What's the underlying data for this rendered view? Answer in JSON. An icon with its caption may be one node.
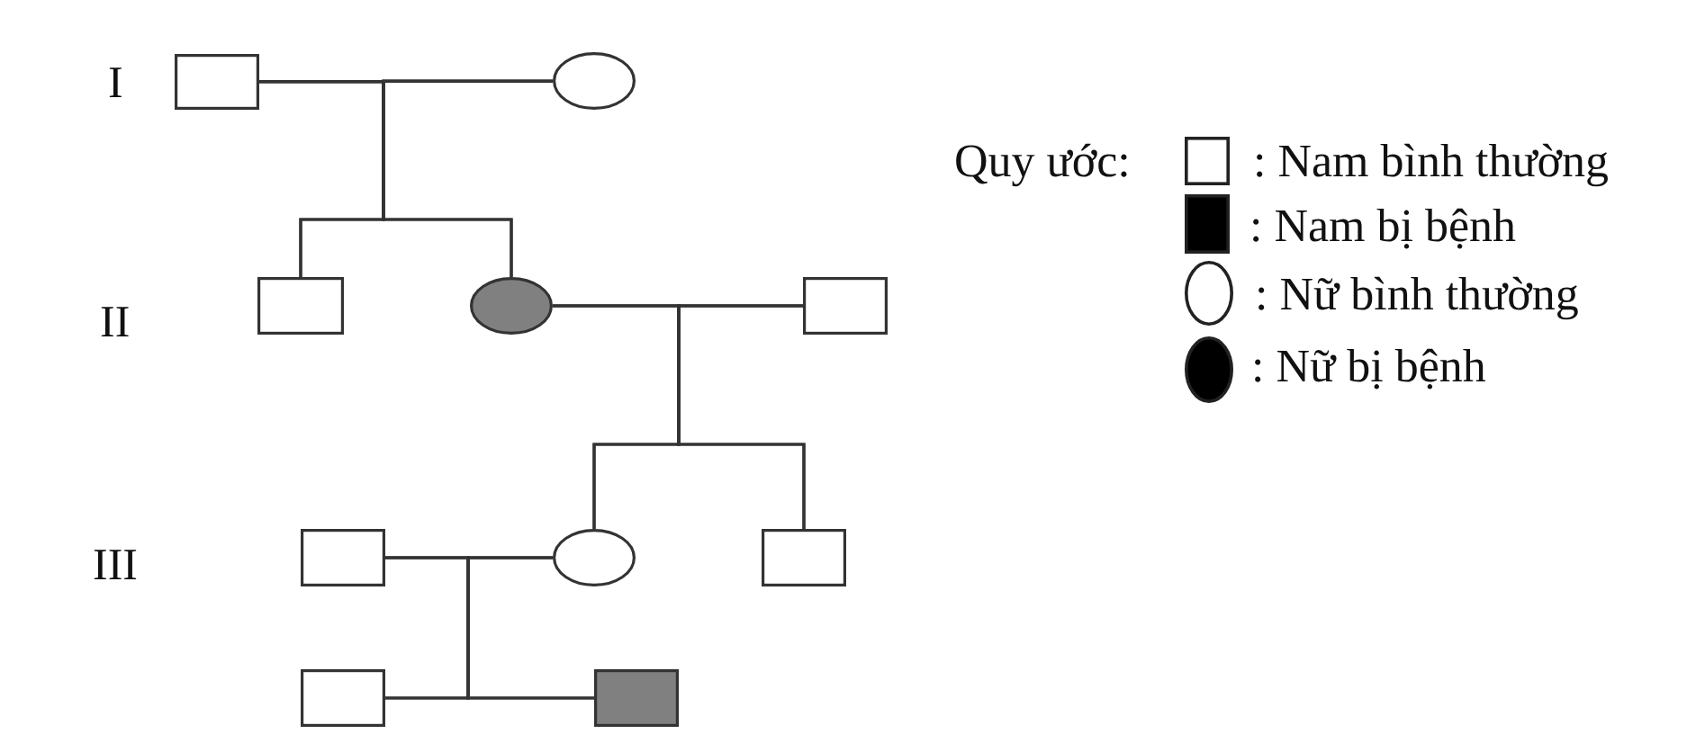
{
  "diagram": {
    "nodes": [
      {
        "text": [],
        "shape": "box"
      },
      {
        "text": [],
        "shape": "circle"
      },
      {
        "text": [],
        "shape": "box"
      },
      {
        "text": [],
        "shape": "circle"
      },
      {
        "text": [],
        "shape": "box"
      },
      {
        "text": [],
        "shape": "box"
      },
      {
        "text": [],
        "shape": "circle"
      },
      {
        "text": [],
        "shape": "box"
      },
      {
        "text": [],
        "shape": "box"
      },
      {
        "text": [],
        "shape": "box"
      }
    ],
    "edges": [
      {
        "from": 0,
        "to": 1,
        "arrow": "none"
      },
      {
        "from": 0,
        "to": 2,
        "arrow": "none"
      },
      {
        "from": 1,
        "to": 2,
        "arrow": "none"
      },
      {
        "from": 0,
        "to": 3,
        "arrow": "none"
      },
      {
        "from": 1,
        "to": 3,
        "arrow": "none"
      },
      {
        "from": 3,
        "to": 4,
        "arrow": "none"
      },
      {
        "from": 3,
        "to": 6,
        "arrow": "none"
      },
      {
        "from": 4,
        "to": 6,
        "arrow": "none"
      },
      {
        "from": 3,
        "to": 7,
        "arrow": "none"
      },
      {
        "from": 4,
        "to": 7,
        "arrow": "none"
      },
      {
        "from": 5,
        "to": 6,
        "arrow": "none"
      },
      {
        "from": 5,
        "to": 8,
        "arrow": "none"
      },
      {
        "from": 6,
        "to": 8,
        "arrow": "none"
      },
      {
        "from": 5,
        "to": 9,
        "arrow": "none"
      },
      {
        "from": 6,
        "to": 9,
        "arrow": "none"
      }
    ],
    "labels": [
      "I",
      "II",
      "III",
      "Quy ước:"
    ],
    "legend": [
      {
        "text": ": Nam bình thường"
      },
      {
        "text": ": Nam bị bệnh",
        "color": "#000000"
      },
      {
        "text": ": Nữ bình thường"
      },
      {
        "text": ": Nữ bị bệnh",
        "color": "#000000"
      }
    ]
  }
}
